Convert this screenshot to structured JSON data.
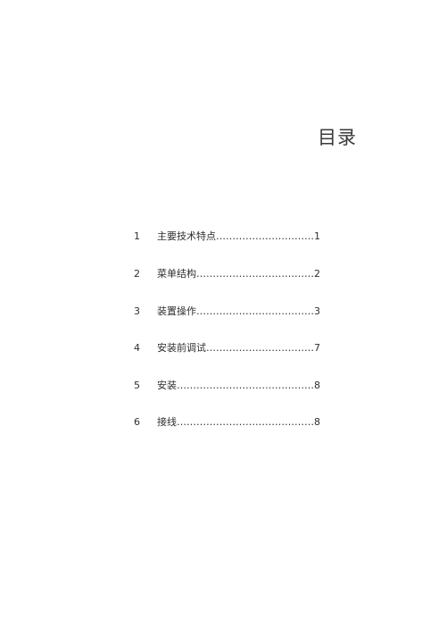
{
  "document": {
    "title": "目录",
    "toc": [
      {
        "number": "1",
        "entry": "主要技术特点…………………………1"
      },
      {
        "number": "2",
        "entry": "菜单结构………………………………2"
      },
      {
        "number": "3",
        "entry": "装置操作………………………………3"
      },
      {
        "number": "4",
        "entry": "安装前调试……………………………7"
      },
      {
        "number": "5",
        "entry": "安装……………………………………8"
      },
      {
        "number": "6",
        "entry": "接线……………………………………8"
      }
    ]
  }
}
